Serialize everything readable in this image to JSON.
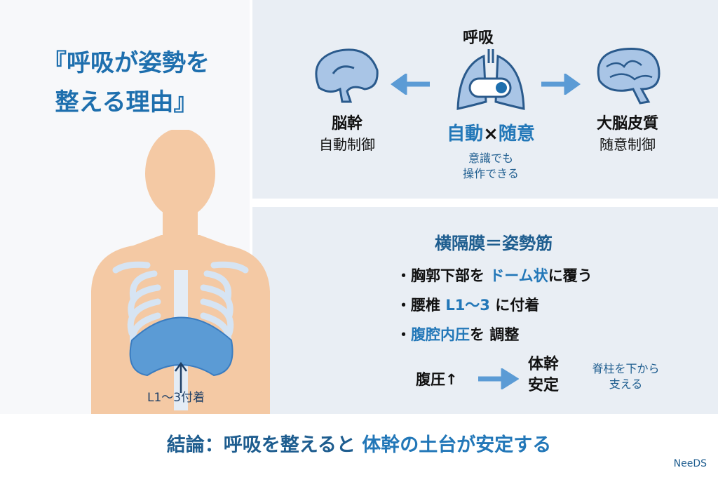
{
  "title": {
    "line1": "『呼吸が姿勢を",
    "line2": "整える理由』"
  },
  "top": {
    "center_label": "呼吸",
    "left": {
      "title": "脳幹",
      "subtitle": "自動制御"
    },
    "right": {
      "title": "大脳皮質",
      "subtitle": "随意制御"
    },
    "mode": {
      "auto": "自動",
      "times": "×",
      "voluntary": "随意"
    },
    "note": {
      "line1": "意識でも",
      "line2": "操作できる"
    }
  },
  "bottom": {
    "heading": "横隔膜＝姿勢筋",
    "bullets": [
      {
        "pre": "・胸郭下部を ",
        "hl": "ドーム状",
        "post": "に覆う"
      },
      {
        "pre": "・腰椎 ",
        "hl": "L1〜3",
        "post": " に付着"
      },
      {
        "pre": "・",
        "hl": "腹腔内圧",
        "post": "を 調整"
      }
    ],
    "flow": {
      "from": "腹圧↑",
      "to_line1": "体幹",
      "to_line2": "安定",
      "note_line1": "脊柱を下から",
      "note_line2": "支える"
    }
  },
  "figure": {
    "label": "L1〜3付着"
  },
  "conclusion": {
    "pre": "結論：呼吸を整えると ",
    "hl": "体幹の土台が安定する"
  },
  "brand": "NeeDS",
  "colors": {
    "accent": "#2277b8",
    "panel": "#e9eef4",
    "skin": "#f4c9a4",
    "diaphragm": "#5b9bd5"
  }
}
